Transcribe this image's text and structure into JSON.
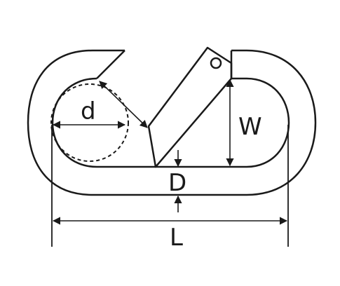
{
  "diagram": {
    "labels": {
      "diameter": "d",
      "width": "W",
      "wire": "D",
      "length": "L"
    },
    "colors": {
      "stroke": "#1a1a1a",
      "background": "#ffffff"
    }
  }
}
